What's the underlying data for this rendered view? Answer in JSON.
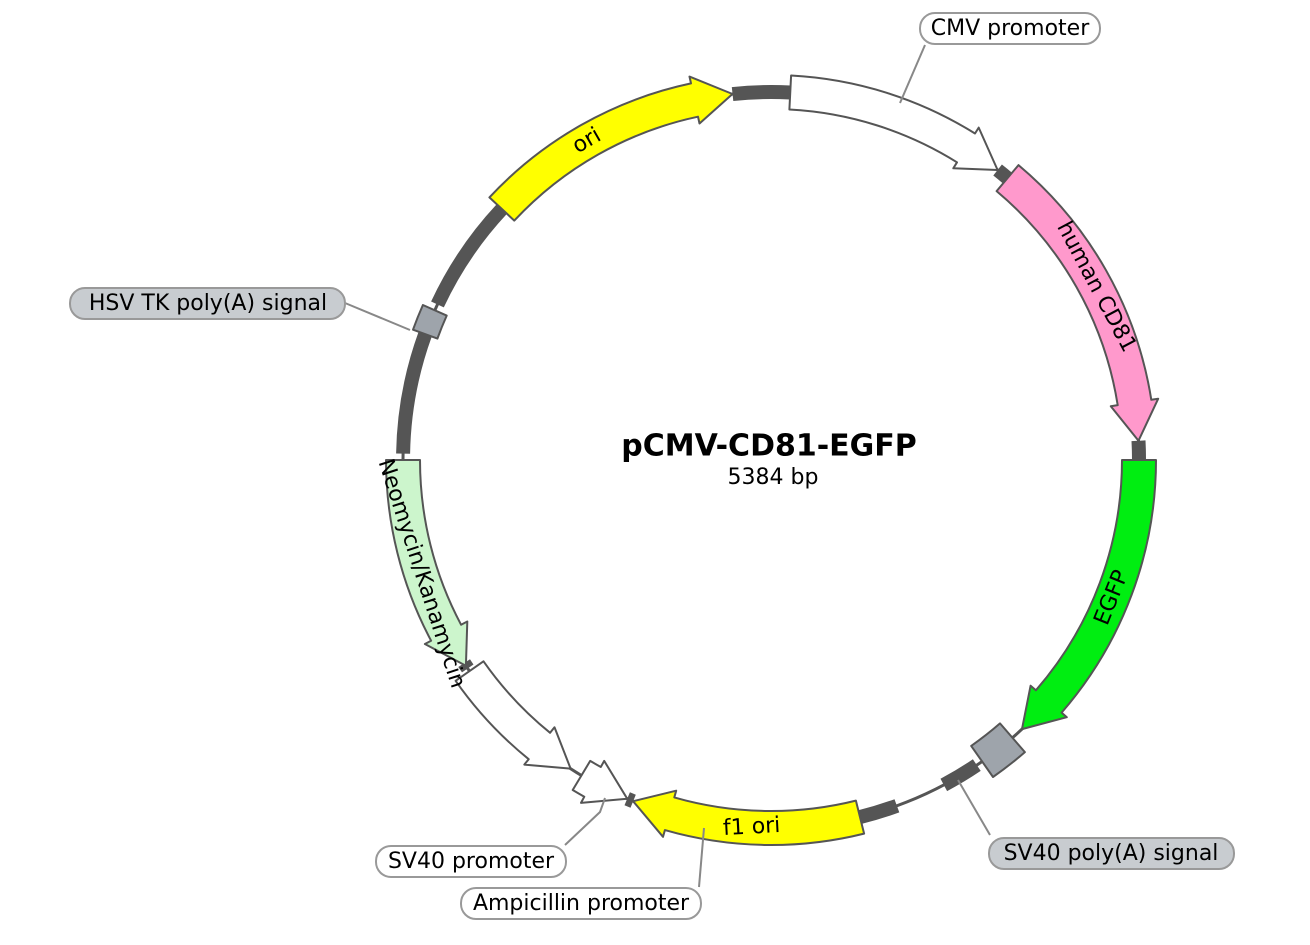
{
  "plasmid": {
    "name": "pCMV-CD81-EGFP",
    "size_label": "5384 bp"
  },
  "features": [
    {
      "id": "cmv",
      "label": "CMV promoter",
      "kind": "arrow",
      "fill": "#ffffff"
    },
    {
      "id": "cd81",
      "label": "human CD81",
      "kind": "arrow",
      "fill": "#ff99cc"
    },
    {
      "id": "egfp",
      "label": "EGFP",
      "kind": "arrow",
      "fill": "#00ee11"
    },
    {
      "id": "sv40pa",
      "label": "SV40 poly(A) signal",
      "kind": "box",
      "fill": "#9ea4ab"
    },
    {
      "id": "f1ori",
      "label": "f1 ori",
      "kind": "arrow",
      "fill": "#ffff00"
    },
    {
      "id": "amppro",
      "label": "Ampicillin promoter",
      "kind": "arrow",
      "fill": "#ffffff"
    },
    {
      "id": "sv40pro",
      "label": "SV40 promoter",
      "kind": "arrow",
      "fill": "#ffffff"
    },
    {
      "id": "neokan",
      "label": "Neomycin/Kanamycin",
      "kind": "arrow",
      "fill": "#ccf5cc"
    },
    {
      "id": "hsvtkpa",
      "label": "HSV TK poly(A) signal",
      "kind": "box",
      "fill": "#9ea4ab"
    },
    {
      "id": "ori",
      "label": "ori",
      "kind": "arrow",
      "fill": "#ffff00"
    }
  ],
  "colors": {
    "backbone": "#555555",
    "feature_stroke": "#555555",
    "callout_box_white": "#ffffff",
    "callout_box_grey": "#c8ccd0"
  }
}
